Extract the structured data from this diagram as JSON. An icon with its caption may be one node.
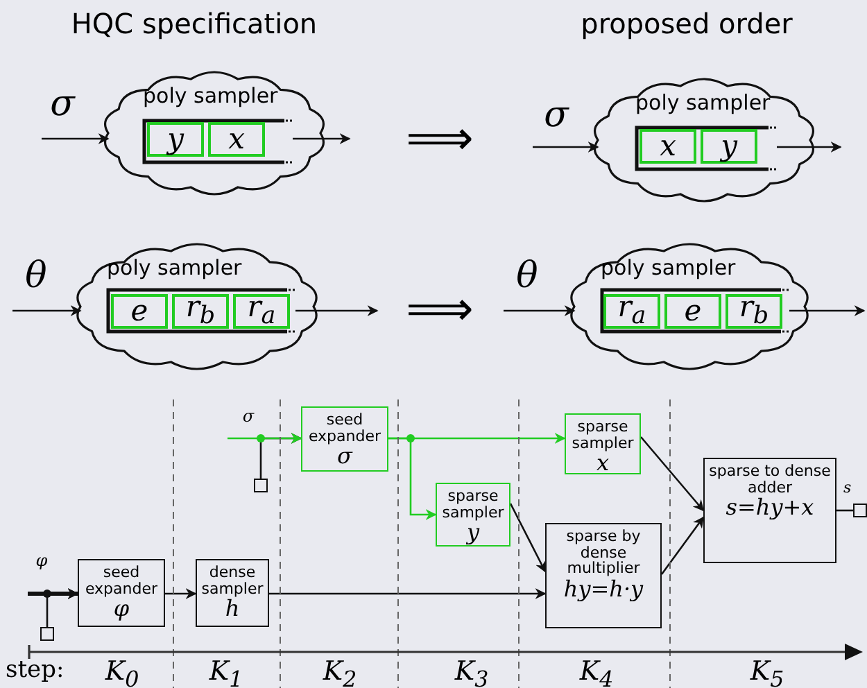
{
  "diagram": {
    "nodes": [
      {
        "text": [
          "σ"
        ]
      },
      {
        "text": [],
        "shape": "cloud"
      },
      {
        "text": [
          "poly sampler"
        ],
        "in": 1
      },
      {
        "text": [
          "y"
        ],
        "in": 2
      },
      {
        "text": [
          "x"
        ],
        "in": 2
      },
      {
        "text": [
          "σ"
        ]
      },
      {
        "text": [],
        "shape": "cloud"
      },
      {
        "text": [
          "poly sampler"
        ],
        "in": 6
      },
      {
        "text": [
          "x"
        ],
        "in": 7
      },
      {
        "text": [
          "y"
        ],
        "in": 7
      },
      {
        "text": [
          "θ"
        ]
      },
      {
        "text": [],
        "shape": "cloud"
      },
      {
        "text": [
          "poly sampler"
        ],
        "in": 11
      },
      {
        "text": [
          "e"
        ],
        "in": 12
      },
      {
        "text": [
          "r$_{b}$"
        ],
        "in": 12
      },
      {
        "text": [
          "r$_{a}$"
        ],
        "in": 12
      },
      {
        "text": [
          "θ"
        ]
      },
      {
        "text": [],
        "shape": "cloud"
      },
      {
        "text": [
          "poly sampler"
        ],
        "in": 17
      },
      {
        "text": [
          "r$_{a}$"
        ],
        "in": 18
      },
      {
        "text": [
          "e"
        ],
        "in": 18
      },
      {
        "text": [
          "r$_{b}$"
        ],
        "in": 18
      },
      {
        "text": [
          "φ"
        ]
      },
      {
        "text": [],
        "shape": "box"
      },
      {
        "text": [
          "seed expander",
          "φ"
        ]
      },
      {
        "text": [
          "dense sampler",
          "h"
        ]
      },
      {
        "text": [
          "σ"
        ]
      },
      {
        "text": [],
        "shape": "box"
      },
      {
        "text": [
          "seed expander",
          "σ"
        ]
      },
      {
        "text": [
          "sparse sampler",
          "x"
        ]
      },
      {
        "text": [
          "sparse sampler",
          "y"
        ]
      },
      {
        "text": [
          "sparse by dense multiplier",
          "hy=h·y"
        ]
      },
      {
        "text": [
          "sparse to dense adder",
          "s=hy+x"
        ]
      },
      {
        "text": [],
        "shape": "box",
        "beside": [
          "s"
        ]
      }
    ],
    "edges": [
      {
        "from": 0,
        "to": 1,
        "arrow": "to"
      },
      {
        "from": 2,
        "to": null,
        "arrow": "to"
      },
      {
        "from": 5,
        "to": 6,
        "arrow": "to"
      },
      {
        "from": 7,
        "to": null,
        "arrow": "to"
      },
      {
        "from": 10,
        "to": 11,
        "arrow": "to"
      },
      {
        "from": 12,
        "to": null,
        "arrow": "to"
      },
      {
        "from": 16,
        "to": 17,
        "arrow": "to"
      },
      {
        "from": 18,
        "to": null,
        "arrow": "to"
      },
      {
        "from": 23,
        "to": 24,
        "arrow": "to"
      },
      {
        "from": 22,
        "to": 24,
        "arrow": "to",
        "style": "thick"
      },
      {
        "from": 24,
        "to": 25,
        "arrow": "to"
      },
      {
        "from": 27,
        "to": 28,
        "arrow": "to"
      },
      {
        "from": 26,
        "to": 28,
        "arrow": "to",
        "color": "#22cc22"
      },
      {
        "from": 28,
        "to": 29,
        "arrow": "to",
        "color": "#22cc22"
      },
      {
        "from": 28,
        "to": 30,
        "arrow": "to",
        "color": "#22cc22"
      },
      {
        "from": 25,
        "to": 31,
        "arrow": "to"
      },
      {
        "from": 30,
        "to": 31,
        "arrow": "to"
      },
      {
        "from": 29,
        "to": 32,
        "arrow": "to"
      },
      {
        "from": 31,
        "to": 32,
        "arrow": "to"
      },
      {
        "from": 32,
        "to": 33,
        "arrow": "none"
      }
    ],
    "labels": [
      "HQC specification",
      "proposed order",
      "⟹",
      "⟹",
      "step:",
      "K$_{0}$",
      "K$_{1}$",
      "K$_{2}$",
      "K$_{3}$",
      "K$_{4}$",
      "K$_{5}$"
    ]
  }
}
